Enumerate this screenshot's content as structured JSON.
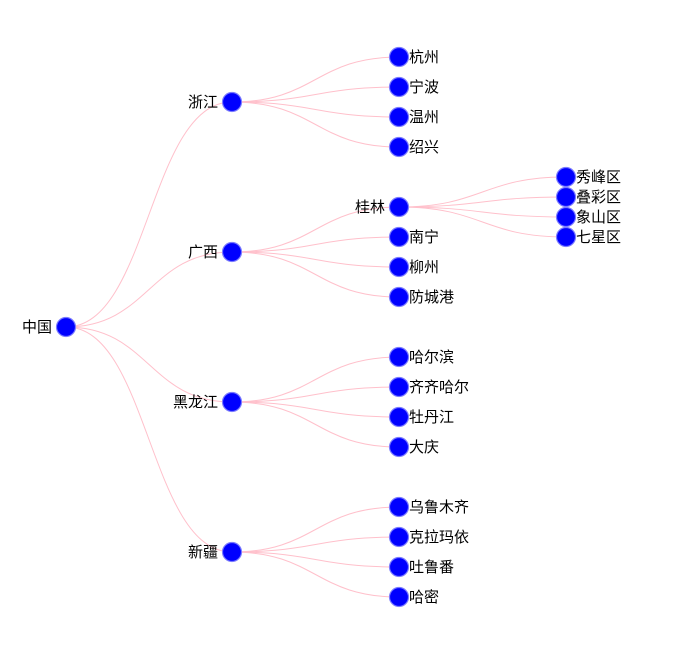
{
  "tree": {
    "name": "中国",
    "children": [
      {
        "name": "浙江",
        "children": [
          {
            "name": "杭州"
          },
          {
            "name": "宁波"
          },
          {
            "name": "温州"
          },
          {
            "name": "绍兴"
          }
        ]
      },
      {
        "name": "广西",
        "children": [
          {
            "name": "桂林",
            "children": [
              {
                "name": "秀峰区"
              },
              {
                "name": "叠彩区"
              },
              {
                "name": "象山区"
              },
              {
                "name": "七星区"
              }
            ]
          },
          {
            "name": "南宁"
          },
          {
            "name": "柳州"
          },
          {
            "name": "防城港"
          }
        ]
      },
      {
        "name": "黑龙江",
        "children": [
          {
            "name": "哈尔滨"
          },
          {
            "name": "齐齐哈尔"
          },
          {
            "name": "牡丹江"
          },
          {
            "name": "大庆"
          }
        ]
      },
      {
        "name": "新疆",
        "children": [
          {
            "name": "乌鲁木齐"
          },
          {
            "name": "克拉玛依"
          },
          {
            "name": "吐鲁番"
          },
          {
            "name": "哈密"
          }
        ]
      }
    ]
  },
  "colors": {
    "node_fill": "#0000ff",
    "node_stroke": "#7b7bff",
    "link": "#ffc0cb",
    "label": "#000000"
  }
}
